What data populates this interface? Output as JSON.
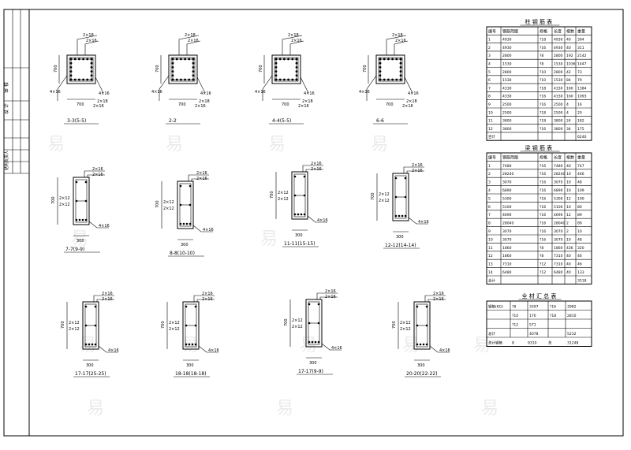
{
  "title_block": {
    "v1": "审 核",
    "v2": "设 计",
    "v3": "结构负责人"
  },
  "sections_row1": [
    {
      "label": "3-3(5-5)",
      "dims": [
        "2×18",
        "2×16",
        "4×16",
        "4×16",
        "2×18",
        "2×16",
        "700",
        "700"
      ]
    },
    {
      "label": "2-2",
      "dims": [
        "2×18",
        "2×16",
        "4×16",
        "4×16",
        "2×18",
        "2×16",
        "700",
        "700"
      ]
    },
    {
      "label": "4-4(5-5)",
      "dims": [
        "2×18",
        "2×16",
        "4×16",
        "4×16",
        "2×18",
        "2×16",
        "700",
        "700"
      ]
    },
    {
      "label": "6-6",
      "dims": [
        "2×18",
        "2×16",
        "4×16",
        "4×16",
        "2×18",
        "2×16",
        "700",
        "700"
      ]
    }
  ],
  "sections_row2": [
    {
      "label": "7-7(9-9)",
      "top": "2×16",
      "mid": "2×12",
      "bot": "4×16",
      "h": "700",
      "w": "300"
    },
    {
      "label": "8-8(10-10)",
      "top": "2×16",
      "mid": "2×12",
      "bot": "4×16",
      "h": "700",
      "w": "300"
    },
    {
      "label": "11-11(15-15)",
      "top": "2×16",
      "mid": "2×12",
      "bot": "4×16",
      "h": "700",
      "w": "300"
    },
    {
      "label": "12-12(14-14)",
      "top": "2×16",
      "mid": "2×12",
      "bot": "4×16",
      "h": "700",
      "w": "300"
    }
  ],
  "sections_row3": [
    {
      "label": "17-17(25-25)",
      "top": "2×16",
      "mid": "2×12",
      "bot": "4×16",
      "h": "700",
      "w": "300"
    },
    {
      "label": "18-18(18-18)",
      "top": "2×16",
      "mid": "2×12",
      "bot": "4×16",
      "h": "700",
      "w": "300"
    },
    {
      "label": "17-17(9-9)",
      "top": "2×16",
      "mid": "2×12",
      "bot": "4×16",
      "h": "700",
      "w": "300"
    },
    {
      "label": "20-20(22-22)",
      "top": "2×16",
      "mid": "2×12",
      "bot": "4×16",
      "h": "700",
      "w": "300"
    }
  ],
  "table1": {
    "title": "柱 钢 筋 表",
    "headers": [
      "编号",
      "钢筋简图",
      "规格",
      "长度",
      "根数",
      "重量"
    ],
    "rows": [
      [
        "1",
        "4930",
        "?18",
        "4930",
        "40",
        "394"
      ],
      [
        "2",
        "4930",
        "?16",
        "4930",
        "40",
        "311"
      ],
      [
        "3",
        "2800",
        "?8",
        "2800",
        "192",
        "2142"
      ],
      [
        "4",
        "1530",
        "?8",
        "1530",
        "1036",
        "1447"
      ],
      [
        "5",
        "2800",
        "?10",
        "2800",
        "42",
        "73"
      ],
      [
        "6",
        "1530",
        "?10",
        "1530",
        "84",
        "79"
      ],
      [
        "7",
        "4330",
        "?18",
        "4330",
        "160",
        "1384"
      ],
      [
        "8",
        "4330",
        "?16",
        "4330",
        "160",
        "1093"
      ],
      [
        "9",
        "2500",
        "?16",
        "2500",
        "4",
        "16"
      ],
      [
        "10",
        "2500",
        "?18",
        "2500",
        "4",
        "20"
      ],
      [
        "11",
        "3800",
        "?18",
        "3800",
        "24",
        "182"
      ],
      [
        "12",
        "3800",
        "?16",
        "3800",
        "34",
        "175"
      ],
      [
        "合计",
        "",
        "",
        "",
        "",
        "6240"
      ]
    ]
  },
  "table2": {
    "title": "梁 钢 筋 表",
    "headers": [
      "编号",
      "钢筋简图",
      "规格",
      "长度",
      "根数",
      "重量"
    ],
    "rows": [
      [
        "1",
        "7480",
        "?16",
        "7480",
        "40",
        "747"
      ],
      [
        "2",
        "28240",
        "?16",
        "28240",
        "10",
        "446"
      ],
      [
        "3",
        "3070",
        "?16",
        "3070",
        "10",
        "48"
      ],
      [
        "4",
        "6890",
        "?16",
        "6890",
        "10",
        "109"
      ],
      [
        "5",
        "5300",
        "?16",
        "5300",
        "12",
        "100"
      ],
      [
        "6",
        "5100",
        "?16",
        "5100",
        "10",
        "80"
      ],
      [
        "7",
        "4690",
        "?16",
        "4690",
        "12",
        "89"
      ],
      [
        "8",
        "28040",
        "?16",
        "28040",
        "2",
        "89"
      ],
      [
        "9",
        "3070",
        "?16",
        "3070",
        "2",
        "10"
      ],
      [
        "10",
        "3070",
        "?16",
        "3070",
        "10",
        "48"
      ],
      [
        "11",
        "1860",
        "?8",
        "1860",
        "436",
        "320"
      ],
      [
        "12",
        "1860",
        "?8",
        "7310",
        "40",
        "46"
      ],
      [
        "13",
        "7310",
        "?12",
        "7310",
        "40",
        "46"
      ],
      [
        "14",
        "6480",
        "?12",
        "6480",
        "40",
        "133"
      ],
      [
        "合计",
        "",
        "",
        "",
        "",
        "3518"
      ]
    ]
  },
  "table3": {
    "title": "全 材 汇 总 表",
    "rows": [
      [
        "钢筋(KG)",
        "?8",
        "3397",
        "?16",
        "3982"
      ],
      [
        "",
        "?10",
        "170",
        "?18",
        "2810"
      ],
      [
        "",
        "?12",
        "571",
        "",
        ""
      ],
      [
        "总计",
        "",
        "4078",
        "",
        "5232"
      ]
    ],
    "footer": [
      "总计钢筋",
      "8",
      "9310",
      "总",
      "31248"
    ]
  },
  "watermark": "易"
}
